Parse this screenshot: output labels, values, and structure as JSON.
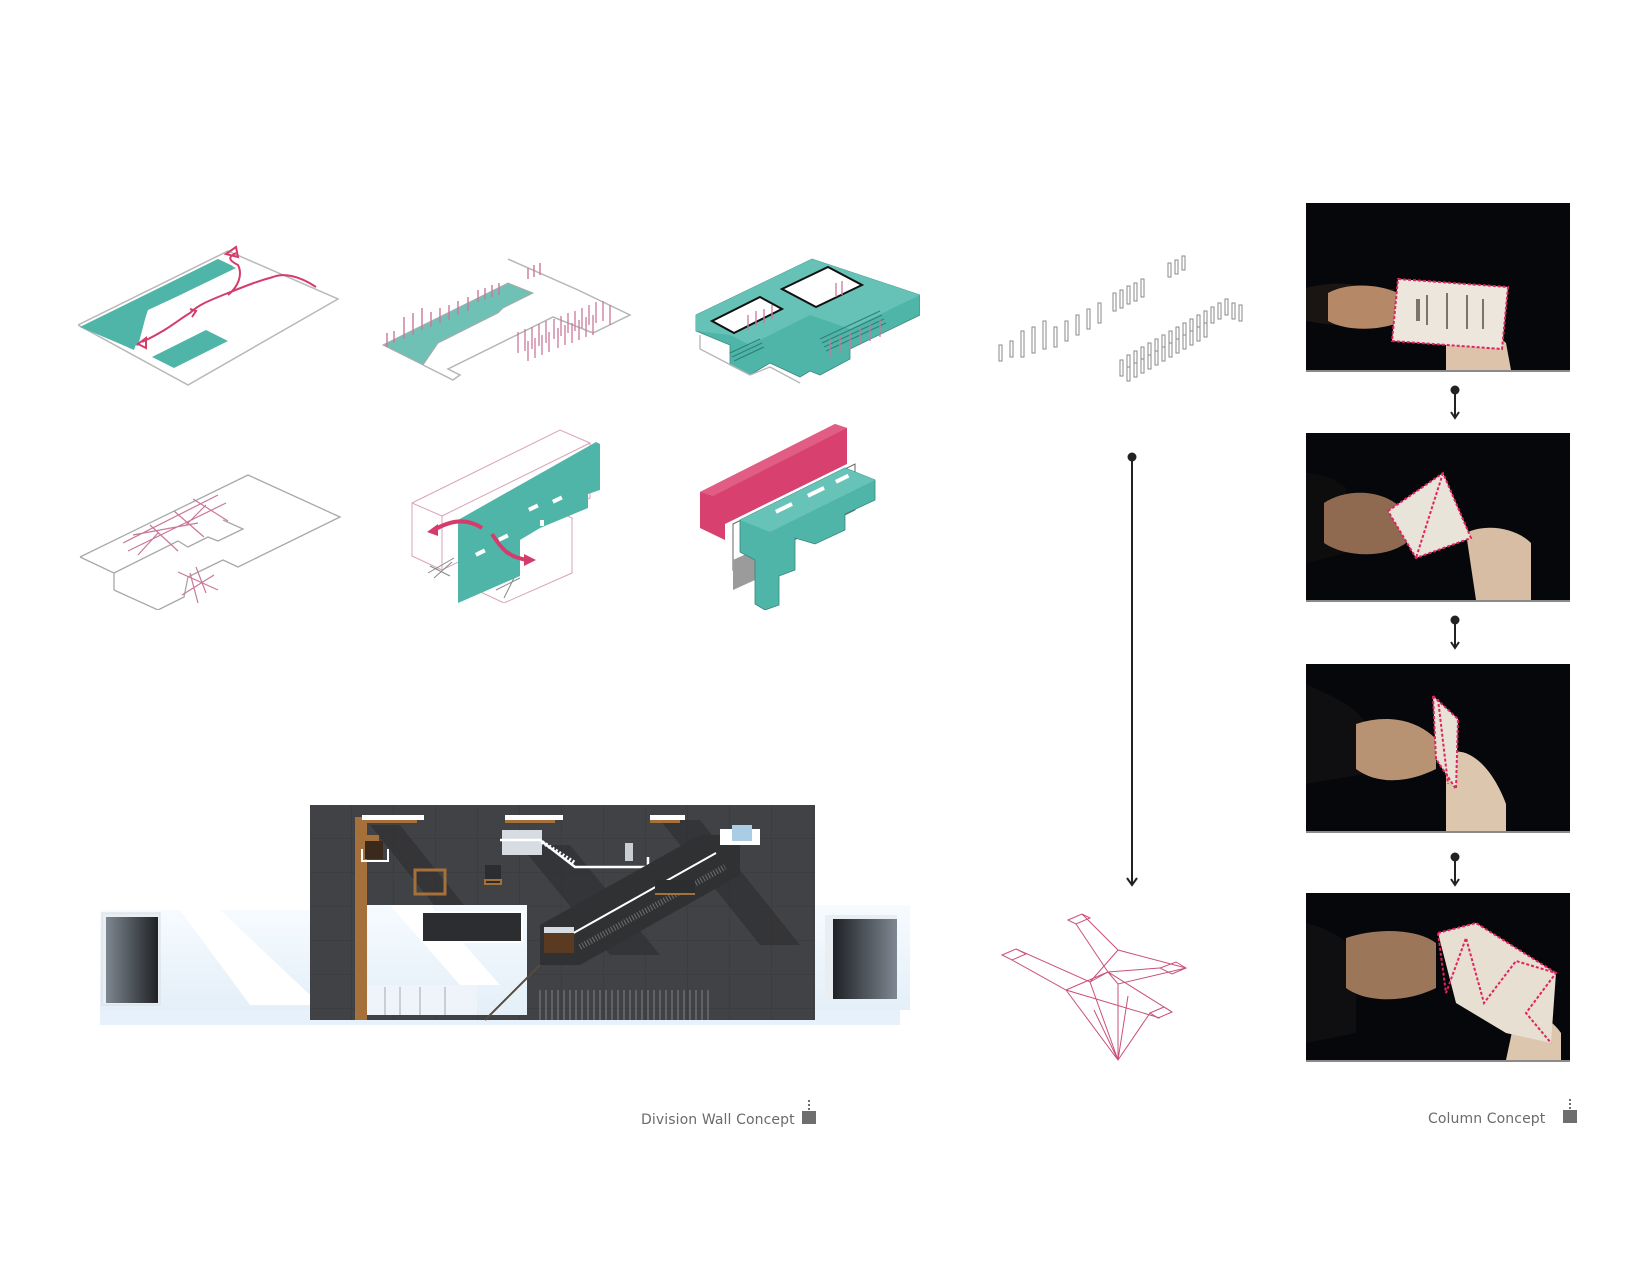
{
  "colors": {
    "teal": "#4fb5a9",
    "magenta": "#d43d6b",
    "outline_pink": "#c9789a",
    "dark_wall": "#3a3b3d",
    "wood": "#a6703a",
    "photo_bg": "#05070a",
    "caption_text": "#6b6b6b"
  },
  "division_wall": {
    "caption": "Division Wall Concept",
    "diagrams": [
      {
        "id": "circulation-plan",
        "description": "teal floor plates with magenta circulation arrows"
      },
      {
        "id": "column-grid-plan",
        "description": "teal slab with pink column grid"
      },
      {
        "id": "massing-plan",
        "description": "teal massing with black-outlined voids"
      },
      {
        "id": "column-tree-plan",
        "description": "outline plan with pink column trees"
      },
      {
        "id": "division-wall-axon",
        "description": "teal division wall with magenta arrows"
      },
      {
        "id": "wall-massing-axon",
        "description": "magenta wall with teal massing"
      }
    ],
    "section": {
      "description": "rendered section elevation with dark tiled division wall and stair"
    }
  },
  "column_concept": {
    "caption": "Column Concept",
    "column_field": {
      "description": "grey column field axonometric"
    },
    "transform_arrow": {
      "icon": "arrow-down-icon"
    },
    "column_result": {
      "description": "pink wireframe folded column"
    },
    "photos": [
      {
        "step": 1,
        "description": "hands holding flat receipt outlined in red dashes"
      },
      {
        "step": 2,
        "description": "receipt folded into diamond"
      },
      {
        "step": 3,
        "description": "receipt folded into narrow fin"
      },
      {
        "step": 4,
        "description": "receipt unfolded with triangular creases"
      }
    ]
  }
}
